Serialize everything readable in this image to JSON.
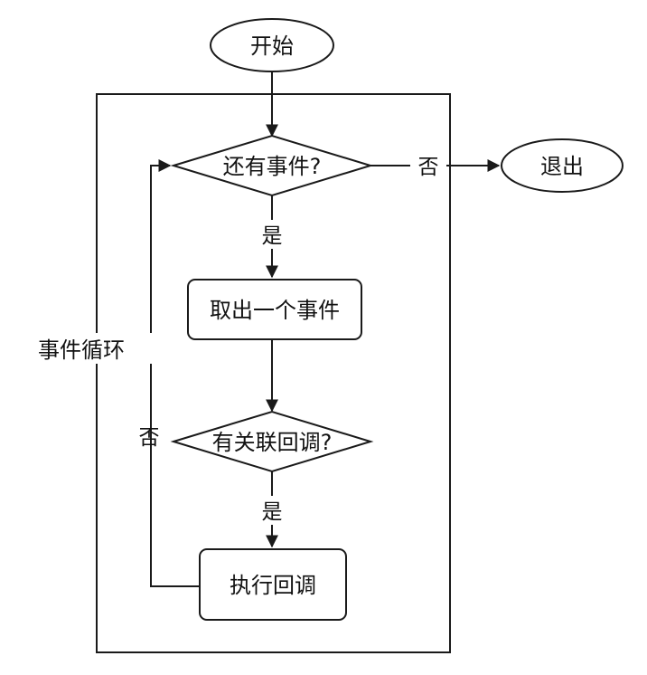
{
  "nodes": {
    "start": "开始",
    "decision_events": "还有事件?",
    "exit": "退出",
    "take_event": "取出一个事件",
    "decision_callback": "有关联回调?",
    "exec_callback": "执行回调"
  },
  "edge_labels": {
    "no_exit": "否",
    "yes_take": "是",
    "yes_exec": "是",
    "no_loop": "否"
  },
  "container_label": "事件循环"
}
